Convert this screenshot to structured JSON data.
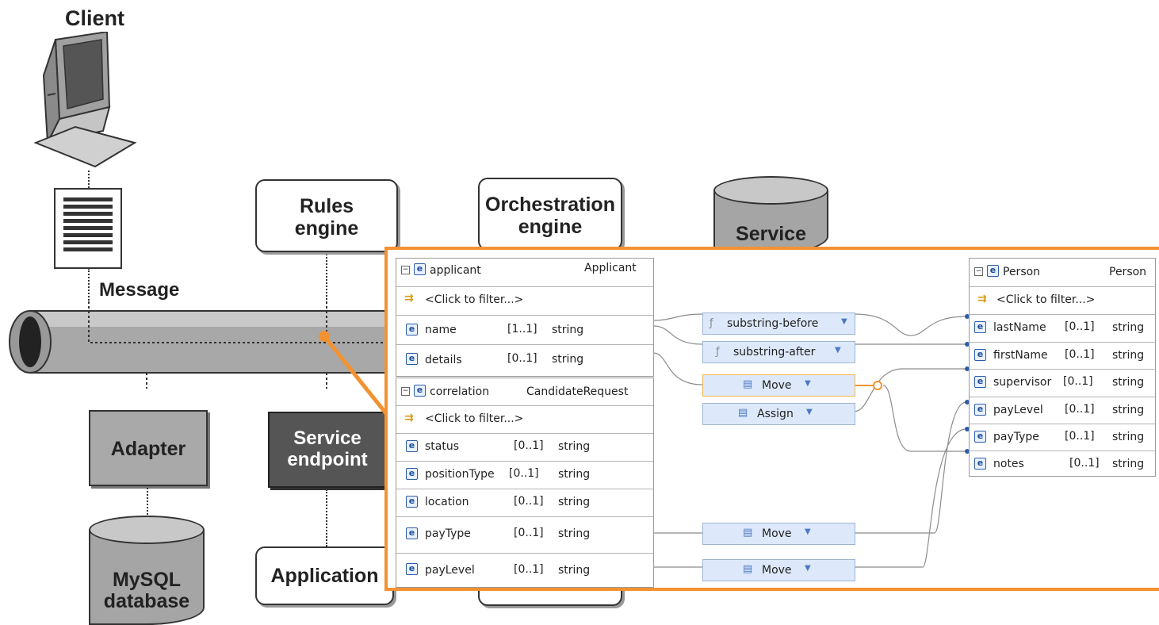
{
  "architecture": {
    "client_label": "Client",
    "message_label": "Message",
    "rules_engine": [
      "Rules",
      "engine"
    ],
    "orchestration_engine": [
      "Orchestration",
      "engine"
    ],
    "service_db": "Service",
    "adapter": "Adapter",
    "service_endpoint": [
      "Service",
      "endpoint"
    ],
    "mysql_db": [
      "MySQL",
      "database"
    ],
    "application": "Application"
  },
  "mapping": {
    "applicant": {
      "name": "applicant",
      "type": "Applicant",
      "filter": "<Click to filter...>",
      "fields": [
        {
          "name": "name",
          "card": "[1..1]",
          "type": "string"
        },
        {
          "name": "details",
          "card": "[0..1]",
          "type": "string"
        }
      ]
    },
    "correlation": {
      "name": "correlation",
      "type": "CandidateRequest",
      "filter": "<Click to filter...>",
      "fields": [
        {
          "name": "status",
          "card": "[0..1]",
          "type": "string"
        },
        {
          "name": "positionType",
          "card": "[0..1]",
          "type": "string"
        },
        {
          "name": "location",
          "card": "[0..1]",
          "type": "string"
        },
        {
          "name": "payType",
          "card": "[0..1]",
          "type": "string"
        },
        {
          "name": "payLevel",
          "card": "[0..1]",
          "type": "string"
        }
      ]
    },
    "person": {
      "name": "Person",
      "type": "Person",
      "filter": "<Click to filter...>",
      "fields": [
        {
          "name": "lastName",
          "card": "[0..1]",
          "type": "string"
        },
        {
          "name": "firstName",
          "card": "[0..1]",
          "type": "string"
        },
        {
          "name": "supervisor",
          "card": "[0..1]",
          "type": "string"
        },
        {
          "name": "payLevel",
          "card": "[0..1]",
          "type": "string"
        },
        {
          "name": "payType",
          "card": "[0..1]",
          "type": "string"
        },
        {
          "name": "notes",
          "card": "[0..1]",
          "type": "string"
        }
      ]
    },
    "transforms": [
      {
        "label": "substring-before",
        "icon": "function-icon"
      },
      {
        "label": "substring-after",
        "icon": "function-icon"
      },
      {
        "label": "Move",
        "icon": "move-icon"
      },
      {
        "label": "Assign",
        "icon": "assign-icon"
      },
      {
        "label": "Move",
        "icon": "move-icon"
      },
      {
        "label": "Move",
        "icon": "move-icon"
      }
    ]
  },
  "colors": {
    "accent": "#f39232",
    "transform_bg": "#dde9fb",
    "pipe": "#a8a8a8"
  }
}
